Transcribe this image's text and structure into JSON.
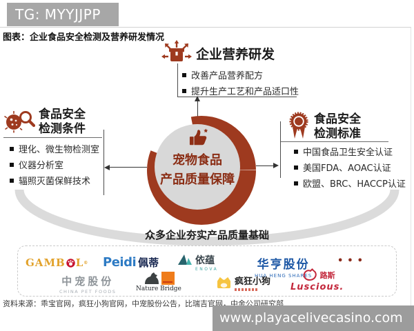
{
  "tg_banner": {
    "label": "TG: MYYJJPP"
  },
  "title": "图表：企业食品安全检测及营养研发情况",
  "top_panel": {
    "icon": "package-arrows-icon",
    "heading": "企业营养研发",
    "bullets": [
      "改善产品营养配方",
      "提升生产工艺和产品适口性"
    ]
  },
  "left_panel": {
    "icon": "microbe-magnifier-icon",
    "heading_line1": "食品安全",
    "heading_line2": "检测条件",
    "bullets": [
      "理化、微生物检测室",
      "仪器分析室",
      "辐照灭菌保鲜技术"
    ]
  },
  "right_panel": {
    "icon": "medal-icon",
    "heading_line1": "食品安全",
    "heading_line2": "检测标准",
    "bullets": [
      "中国食品卫生安全认证",
      "美国FDA、AOAC认证",
      "欧盟、BRC、HACCP认证"
    ]
  },
  "center_badge": {
    "icon": "thumbs-up-icon",
    "line1": "宠物食品",
    "line2": "产品质量保障"
  },
  "foundation_banner": "众多企业夯实产品质量基础",
  "logos": {
    "gambol": {
      "prefix": "GAMB",
      "suffix": "L"
    },
    "peidi": {
      "latin": "Peidi",
      "cn": "佩蒂"
    },
    "enova": {
      "cn": "依蕴",
      "latin": "ENOVA"
    },
    "huaheng": {
      "cn": "华亨股份",
      "latin": "HUA HENG SHARES"
    },
    "more": "•••",
    "chinapet": {
      "cn": "中宠股份",
      "latin": "CHINA PET FOODS"
    },
    "naturebridge": {
      "latin": "Nature Bridge"
    },
    "crazydog": {
      "cn": "疯狂小狗"
    },
    "luscious": {
      "cn": "路斯",
      "latin": "Luscious."
    }
  },
  "source": "资料来源：乖宝官网，疯狂小狗官网，中宠股份公告，比瑞吉官网，中金公司研究部",
  "watermark": "www.playacelivecasino.com",
  "colors": {
    "accent": "#9E3A1F",
    "center_text": "#8A2D14",
    "gray_circle": "#D8D8D8",
    "swoosh": "#DBDBDB",
    "banner_gray": "#A7A7A7"
  }
}
